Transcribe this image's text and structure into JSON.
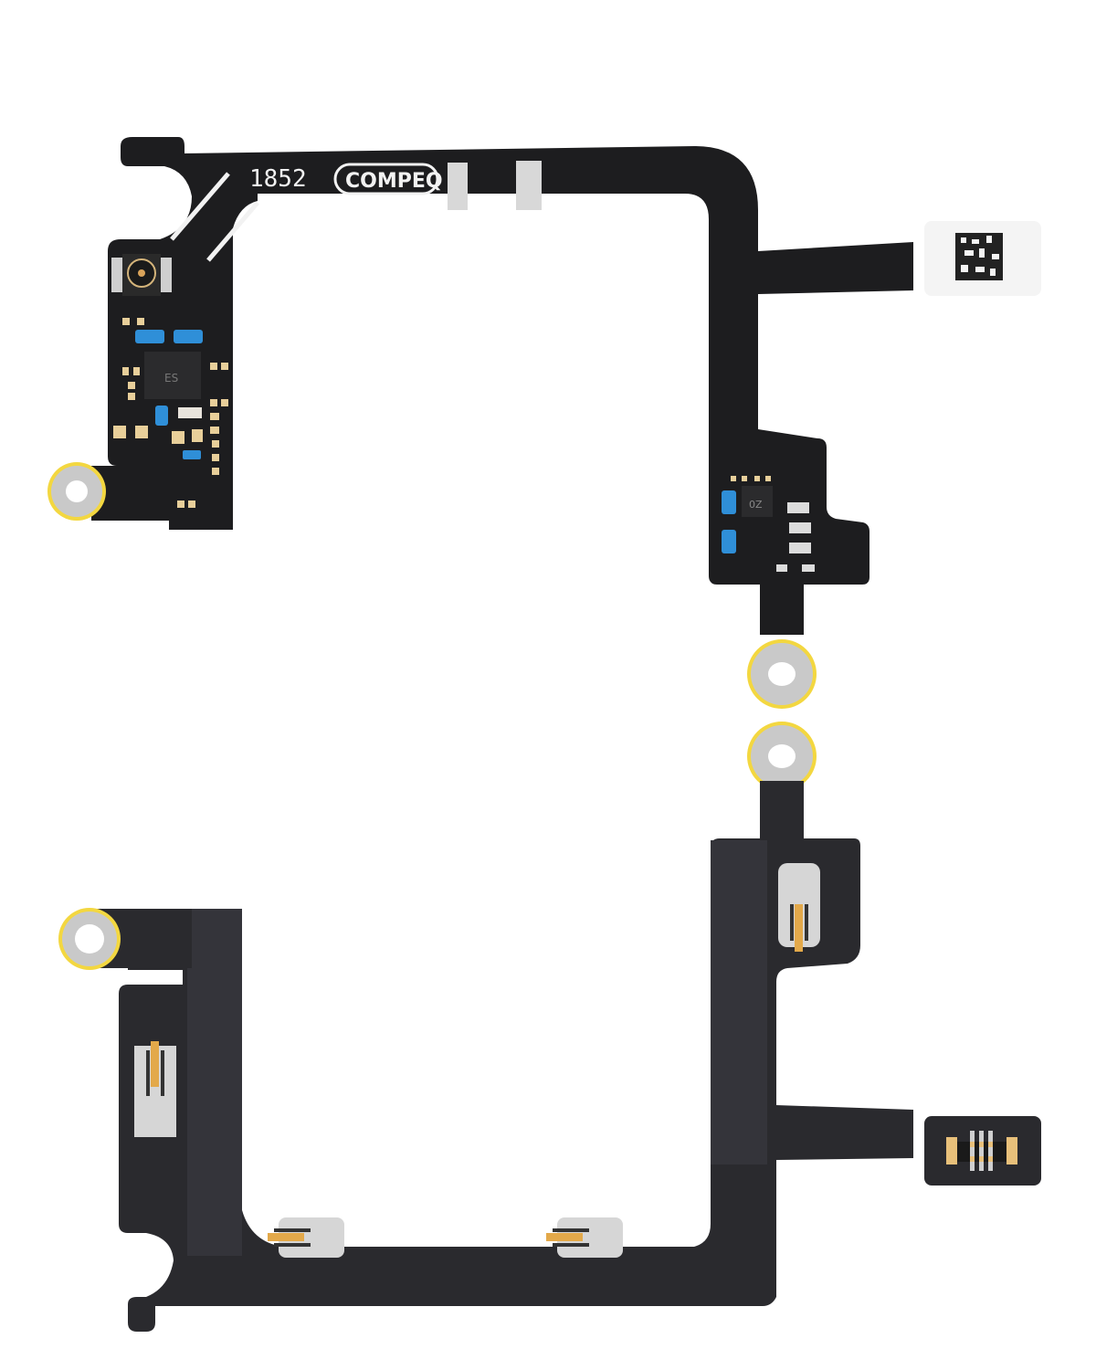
{
  "image": {
    "subject": "Two antenna flex cable assemblies on white background",
    "background_color": "#ffffff"
  },
  "upper_flex": {
    "silkscreen_number": "1852",
    "silkscreen_brand": "COMPEQ",
    "ic_marking_left": "ES",
    "ic_marking_right": "0Z",
    "colors": {
      "pcb": "#1d1d1f",
      "outline": "#3a3a3c",
      "capacitor_blue": "#2f8fd8",
      "pad_gold": "#e8cf9a",
      "shield_silver": "#cfcfcf",
      "label_white": "#f4f4f4"
    }
  },
  "lower_flex": {
    "colors": {
      "pcb": "#2a2a2e",
      "stiffener": "#34343a",
      "contact_silver": "#d6d6d6",
      "contact_gold": "#e3a94a"
    }
  },
  "grounding_rings": {
    "ring_color": "#c9c9c9",
    "rim_color": "#f3d740"
  }
}
